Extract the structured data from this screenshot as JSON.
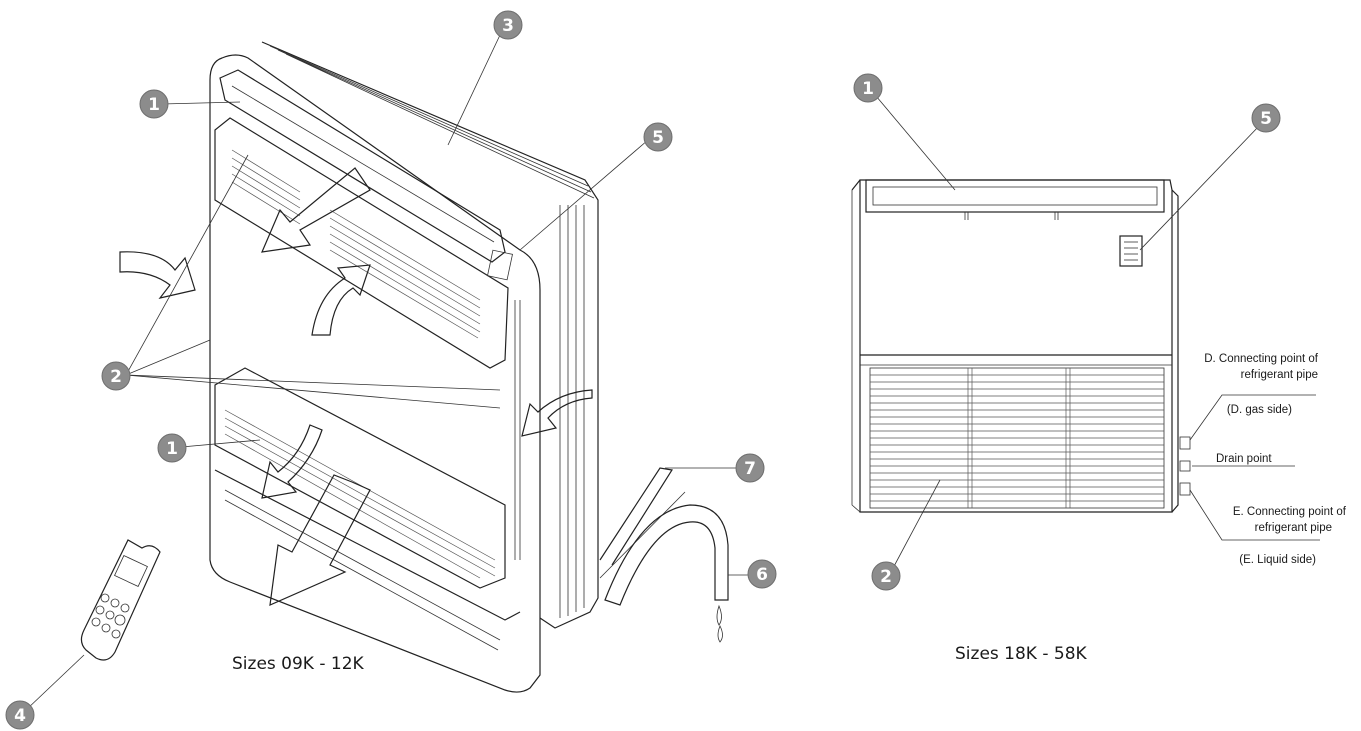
{
  "left_unit": {
    "caption": "Sizes 09K - 12K",
    "callouts": [
      "1",
      "1",
      "2",
      "3",
      "4",
      "5",
      "6",
      "7"
    ]
  },
  "right_unit": {
    "caption": "Sizes 18K - 58K",
    "callouts": [
      "1",
      "2",
      "5"
    ],
    "notes": {
      "gas_line1": "D. Connecting point of",
      "gas_line2": "refrigerant pipe",
      "gas_side": "(D. gas side)",
      "drain": "Drain point",
      "liquid_line1": "E. Connecting point of",
      "liquid_line2": "refrigerant pipe",
      "liquid_side": "(E. Liquid side)"
    }
  },
  "colors": {
    "callout": "#8c8c8c",
    "line": "#222222"
  }
}
